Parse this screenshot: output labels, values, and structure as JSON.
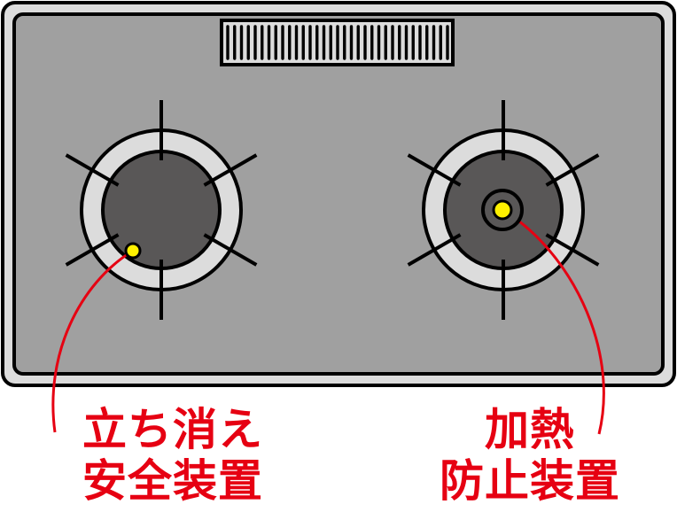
{
  "labels": {
    "left_line1": "立ち消え",
    "left_line2": "安全装置",
    "right_line1": "加熱",
    "right_line2": "防止装置"
  },
  "colors": {
    "label": "#e60012",
    "top_plate": "#a0a0a0",
    "frame": "#dcdcdc",
    "burner_cap": "#595757",
    "burner_ring": "#dcdcdc",
    "sensor": "#fff100"
  },
  "vent_slat_count": 33
}
